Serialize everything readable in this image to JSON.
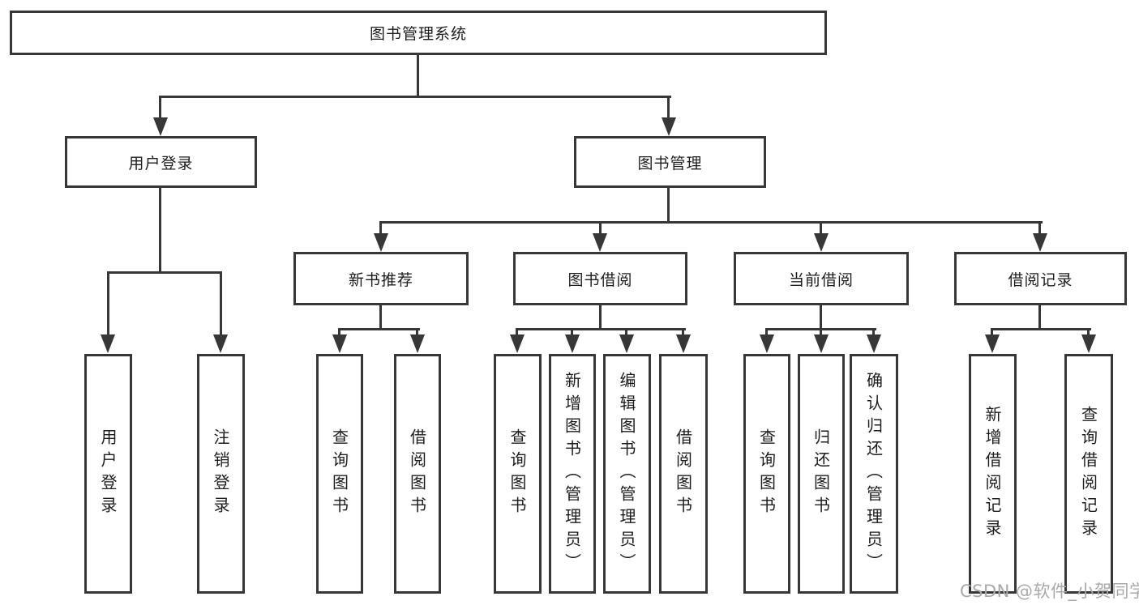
{
  "diagram": {
    "title": "图书管理系统",
    "root": {
      "label": "图书管理系统"
    },
    "branches": [
      {
        "label": "用户登录",
        "children": [
          {
            "label": "用户登录"
          },
          {
            "label": "注销登录"
          }
        ]
      },
      {
        "label": "图书管理",
        "children": [
          {
            "label": "新书推荐",
            "children": [
              {
                "label": "查询图书"
              },
              {
                "label": "借阅图书"
              }
            ]
          },
          {
            "label": "图书借阅",
            "children": [
              {
                "label": "查询图书"
              },
              {
                "label": "新增图书（管理员）"
              },
              {
                "label": "编辑图书（管理员）"
              },
              {
                "label": "借阅图书"
              }
            ]
          },
          {
            "label": "当前借阅",
            "children": [
              {
                "label": "查询图书"
              },
              {
                "label": "归还图书"
              },
              {
                "label": "确认归还（管理员）"
              }
            ]
          },
          {
            "label": "借阅记录",
            "children": [
              {
                "label": "新增借阅记录"
              },
              {
                "label": "查询借阅记录"
              }
            ]
          }
        ]
      }
    ]
  },
  "watermark": {
    "text": "CSDN @软件_小贺同学"
  },
  "colors": {
    "line": "#373737",
    "text": "#1d1d1d",
    "background": "#ffffff",
    "watermark": "#a9a9a9"
  }
}
